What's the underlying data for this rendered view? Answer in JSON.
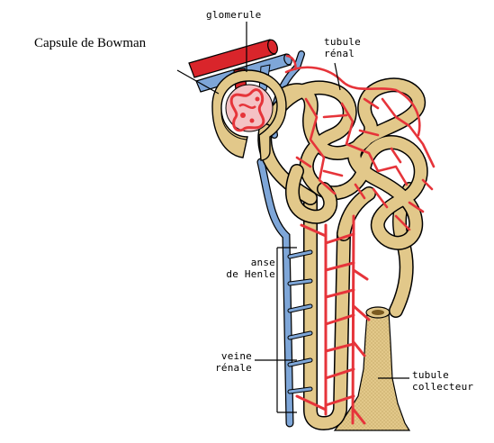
{
  "labels": {
    "capsule": "Capsule de Bowman",
    "glomerule": "glomerule",
    "tubule_renal_1": "tubule",
    "tubule_renal_2": "rénal",
    "anse_1": "anse",
    "anse_2": "de Henle",
    "veine_1": "veine",
    "veine_2": "rénale",
    "tubule_coll_1": "tubule",
    "tubule_coll_2": "collecteur"
  },
  "colors": {
    "tubule": "#e2c88a",
    "tubule_outline": "#000000",
    "capillary": "#e6343a",
    "vein": "#7ea6d8",
    "artery": "#d9252b",
    "dot_texture": "#b89a55"
  }
}
